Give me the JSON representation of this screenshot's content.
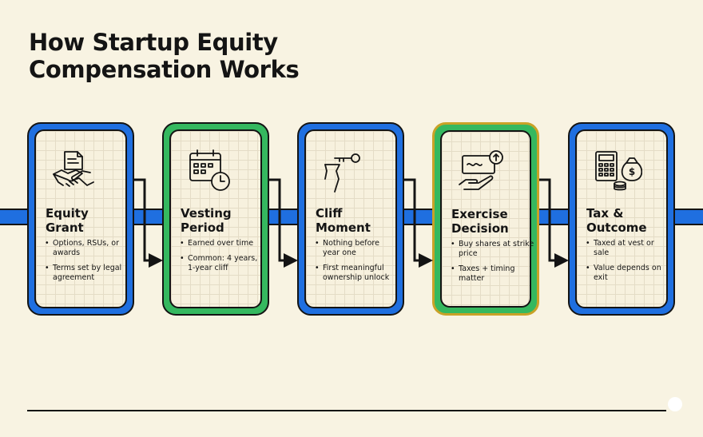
{
  "title_line1": "How Startup Equity",
  "title_line2": "Compensation Works",
  "steps": [
    {
      "title_line1": "Equity",
      "title_line2": "Grant",
      "icon": "handshake-contract-icon",
      "bullets": [
        "Options, RSUs, or awards",
        "Terms set by legal agreement"
      ]
    },
    {
      "title_line1": "Vesting",
      "title_line2": "Period",
      "icon": "calendar-clock-icon",
      "bullets": [
        "Earned over time",
        "Common: 4 years, 1-year cliff"
      ]
    },
    {
      "title_line1": "Cliff",
      "title_line2": "Moment",
      "icon": "cliff-key-icon",
      "bullets": [
        "Nothing before year one",
        "First meaningful ownership unlock"
      ]
    },
    {
      "title_line1": "Exercise",
      "title_line2": "Decision",
      "icon": "certificate-hand-icon",
      "bullets": [
        "Buy shares at strike price",
        "Taxes + timing matter"
      ]
    },
    {
      "title_line1": "Tax &",
      "title_line2": "Outcome",
      "icon": "calculator-moneybag-icon",
      "bullets": [
        "Taxed at vest or sale",
        "Value depends on exit"
      ]
    }
  ],
  "colors": {
    "blue": "#1f6fe0",
    "green": "#35b85f",
    "gold": "#c9a227",
    "background": "#f8f3e2"
  }
}
